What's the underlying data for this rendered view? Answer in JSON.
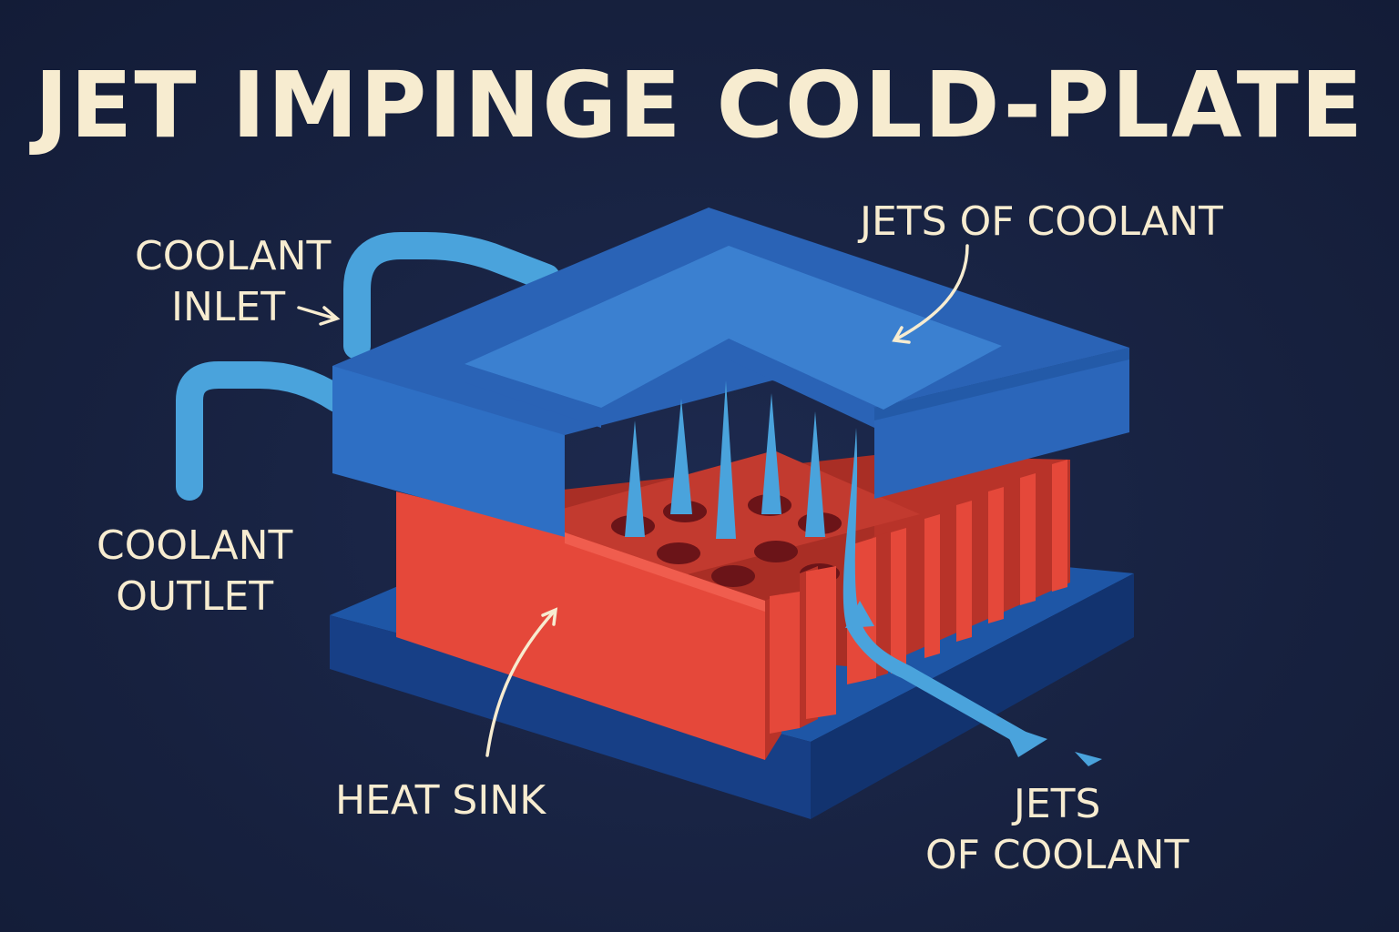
{
  "title": "JET IMPINGE COLD-PLATE",
  "labels": {
    "coolant_inlet": [
      "COOLANT",
      "INLET"
    ],
    "coolant_outlet": [
      "COOLANT",
      "OUTLET"
    ],
    "jets_top": "JETS OF COOLANT",
    "heat_sink": "HEAT SINK",
    "jets_bottom": [
      "JETS",
      "OF COOLANT"
    ]
  },
  "colors": {
    "background": "#17213f",
    "label_text": "#f7ecd0",
    "plate_blue": "#2e6fc4",
    "heat_sink_red": "#e5483a",
    "coolant_light_blue": "#4aa3dc"
  }
}
